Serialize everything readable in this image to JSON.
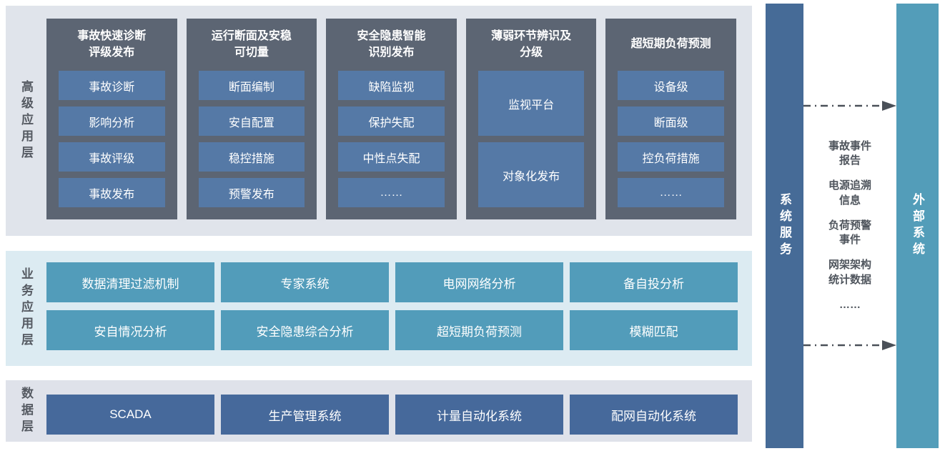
{
  "layers": {
    "advanced": {
      "label": "高级应用层",
      "columns": [
        {
          "title": "事故快速诊断\n评级发布",
          "items": [
            "事故诊断",
            "影响分析",
            "事故评级",
            "事故发布"
          ]
        },
        {
          "title": "运行断面及安稳\n可切量",
          "items": [
            "断面编制",
            "安自配置",
            "稳控措施",
            "预警发布"
          ]
        },
        {
          "title": "安全隐患智能\n识别发布",
          "items": [
            "缺陷监视",
            "保护失配",
            "中性点失配",
            "……"
          ]
        },
        {
          "title": "薄弱环节辨识及\n分级",
          "items": [
            "监视平台",
            "对象化发布"
          ]
        },
        {
          "title": "超短期负荷预测",
          "items": [
            "设备级",
            "断面级",
            "控负荷措施",
            "……"
          ]
        }
      ]
    },
    "business": {
      "label": "业务应用层",
      "items": [
        "数据清理过滤机制",
        "专家系统",
        "电网网络分析",
        "备自投分析",
        "安自情况分析",
        "安全隐患综合分析",
        "超短期负荷预测",
        "模糊匹配"
      ]
    },
    "data": {
      "label": "数据层",
      "items": [
        "SCADA",
        "生产管理系统",
        "计量自动化系统",
        "配网自动化系统"
      ]
    }
  },
  "system_service_bar": {
    "label": "系统服务"
  },
  "external_system_bar": {
    "label": "外部系统"
  },
  "exchange": {
    "items": [
      "事故事件\n报告",
      "电源追溯\n信息",
      "负荷预警\n事件",
      "网架架构\n统计数据",
      "……"
    ]
  },
  "colors": {
    "layer_bg_top": "#e0e4eb",
    "layer_bg_mid": "#dcebf2",
    "layer_bg_bottom": "#dfe2ea",
    "column_bg": "#5c6573",
    "column_item_bg": "#5579a6",
    "business_box_bg": "#529cba",
    "data_box_bg": "#46699b",
    "system_bar_bg": "#466b97",
    "external_bar_bg": "#539db9",
    "layer_label_text": "#555a62",
    "arrow": "#4a5058"
  }
}
